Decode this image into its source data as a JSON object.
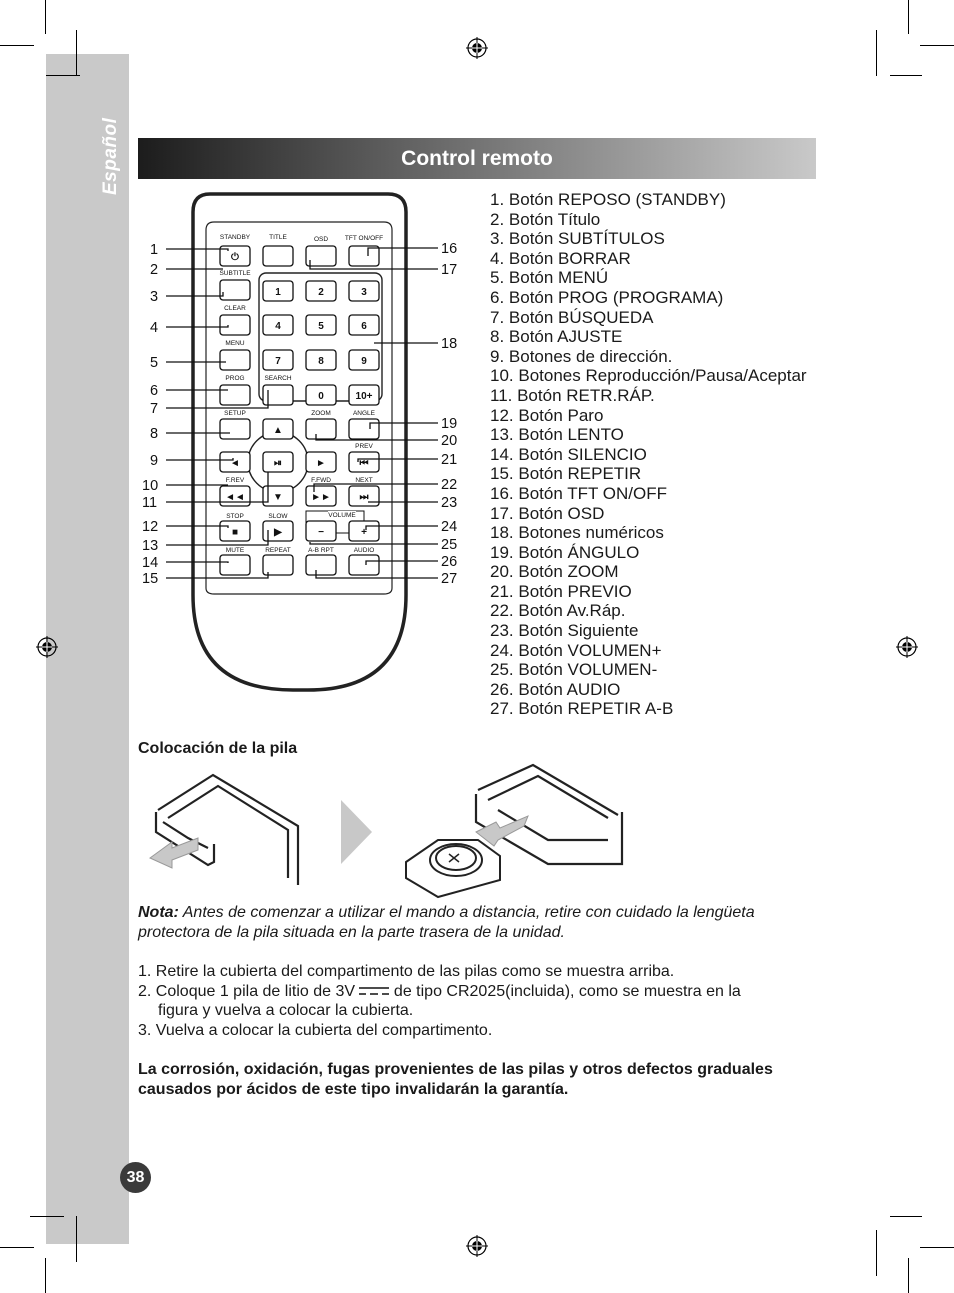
{
  "sidebar": {
    "language": "Español"
  },
  "header": {
    "title": "Control remoto"
  },
  "remote": {
    "labels": {
      "standby": "STANDBY",
      "title": "TITLE",
      "osd": "OSD",
      "tft": "TFT ON/OFF",
      "subtitle": "SUBTITLE",
      "clear": "CLEAR",
      "menu": "MENU",
      "prog": "PROG",
      "search": "SEARCH",
      "setup": "SETUP",
      "zoom": "ZOOM",
      "angle": "ANGLE",
      "prev": "PREV",
      "frev": "F.REV",
      "ffwd": "F.FWD",
      "next": "NEXT",
      "stop": "STOP",
      "slow": "SLOW",
      "volume": "VOLUME",
      "mute": "MUTE",
      "repeat": "REPEAT",
      "abrpt": "A-B RPT",
      "audio": "AUDIO"
    },
    "numpad": [
      "1",
      "2",
      "3",
      "4",
      "5",
      "6",
      "7",
      "8",
      "9",
      "0",
      "10+"
    ],
    "callouts_left": [
      "1",
      "2",
      "3",
      "4",
      "5",
      "6",
      "7",
      "8",
      "9",
      "10",
      "11",
      "12",
      "13",
      "14",
      "15"
    ],
    "callouts_right": [
      "16",
      "17",
      "18",
      "19",
      "20",
      "21",
      "22",
      "23",
      "24",
      "25",
      "26",
      "27"
    ]
  },
  "button_list": [
    "1. Botón REPOSO (STANDBY)",
    "2. Botón Título",
    "3. Botón SUBTÍTULOS",
    "4. Botón BORRAR",
    "5. Botón MENÚ",
    "6. Botón PROG (PROGRAMA)",
    "7. Botón BÚSQUEDA",
    "8. Botón AJUSTE",
    "9. Botones de dirección.",
    "10. Botones Reproducción/Pausa/Aceptar",
    "11. Botón RETR.RÁP.",
    "12. Botón Paro",
    "13. Botón LENTO",
    "14. Botón SILENCIO",
    "15. Botón REPETIR",
    "16. Botón TFT ON/OFF",
    "17. Botón OSD",
    "18. Botones numéricos",
    "19. Botón ÁNGULO",
    "20. Botón ZOOM",
    "21. Botón PREVIO",
    "22. Botón Av.Ráp.",
    "23. Botón Siguiente",
    "24. Botón VOLUMEN+",
    "25. Botón VOLUMEN-",
    "26. Botón AUDIO",
    "27. Botón REPETIR A-B"
  ],
  "battery": {
    "heading": "Colocación de la pila",
    "note_label": "Nota:",
    "note_text": " Antes de comenzar a utilizar el mando a distancia, retire con cuidado la lengüeta protectora de la pila situada en la parte trasera de la unidad.",
    "step1": "1. Retire la cubierta del compartimento de las pilas como se muestra arriba.",
    "step2a": "2. Coloque 1 pila de litio de 3V ",
    "step2b": " de tipo CR2025(incluida), como se muestra en la",
    "step2c": "figura y vuelva a colocar la cubierta.",
    "step3": "3. Vuelva a colocar la cubierta del compartimento.",
    "warning": "La corrosión, oxidación, fugas provenientes de las pilas y otros defectos graduales causados por ácidos de este tipo invalidarán la garantía."
  },
  "page_number": "38"
}
